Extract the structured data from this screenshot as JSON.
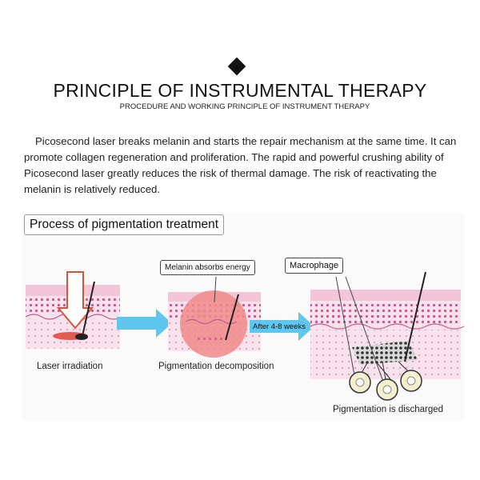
{
  "header": {
    "title": "PRINCIPLE OF INSTRUMENTAL THERAPY",
    "subtitle": "PROCEDURE AND WORKING PRINCIPLE OF INSTRUMENT THERAPY"
  },
  "body_text": "Picosecond laser breaks melanin and starts the repair mechanism at the same time. It can promote collagen regeneration and proliferation. The rapid and powerful crushing ability of Picosecond laser greatly reduces the risk of thermal damage. The risk of reactivating the melanin is relatively reduced.",
  "diagram": {
    "label": "Process of pigmentation treatment",
    "stage1_caption": "Laser irradiation",
    "stage2_caption": "Pigmentation decomposition",
    "stage2_callout": "Melanin absorbs energy",
    "arrow2_label": "After 4-8 weeks",
    "stage3_callout": "Macrophage",
    "stage3_caption": "Pigmentation is discharged"
  },
  "colors": {
    "skin_pink": "#f2c6d8",
    "skin_light": "#f8e2ec",
    "dot_magenta": "#d24f98",
    "arrow_blue": "#5fc7ee",
    "hot_spot": "#f08a8a",
    "macrophage": "#f3efcf"
  }
}
